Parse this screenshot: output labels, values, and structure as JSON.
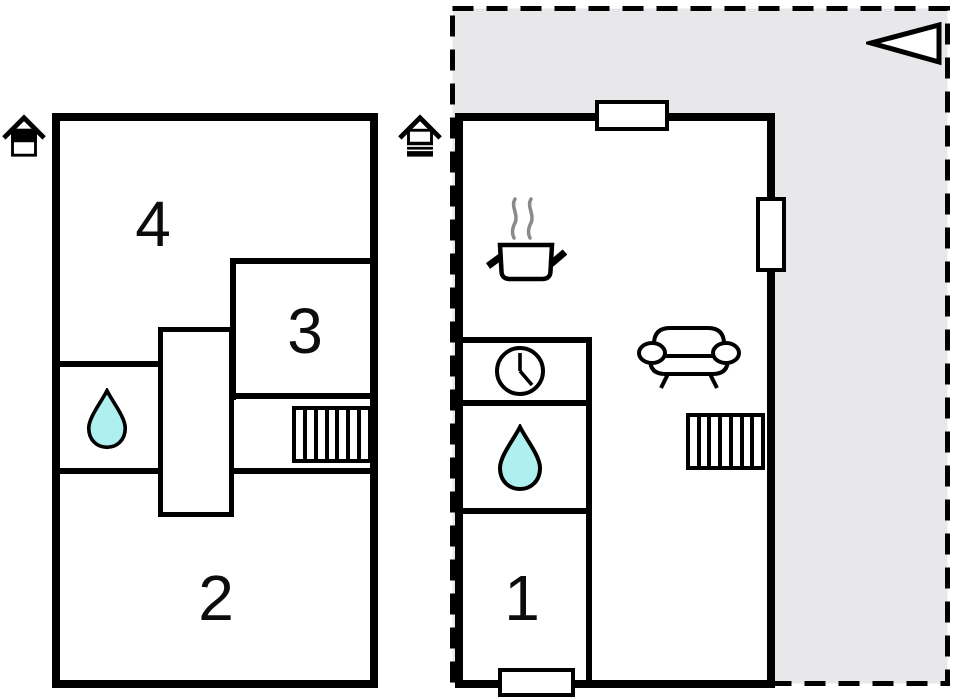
{
  "title": "Holiday home floor plan",
  "colors": {
    "wall": "#000000",
    "terrace_fill": "#e8e8ea",
    "drop_fill": "#aeeff0",
    "steam": "#8a8a8a",
    "bg": "#ffffff"
  },
  "terrace": {
    "outline": "dashed",
    "arrow_icon": "west-pointing-triangle-arrow"
  },
  "floors": {
    "upper": {
      "indicator_icon": "house-upper-floor-icon",
      "rooms": {
        "room4": "4",
        "room3": "3",
        "room2": "2"
      },
      "features": [
        "water-drop-bathroom",
        "staircase"
      ]
    },
    "ground": {
      "indicator_icon": "house-ground-floor-icon",
      "rooms": {
        "room1": "1"
      },
      "features": [
        "cooking-pot-with-steam",
        "clock",
        "water-drop-bathroom",
        "sofa",
        "staircase",
        "window-top",
        "window-right",
        "door-bottom"
      ]
    }
  }
}
